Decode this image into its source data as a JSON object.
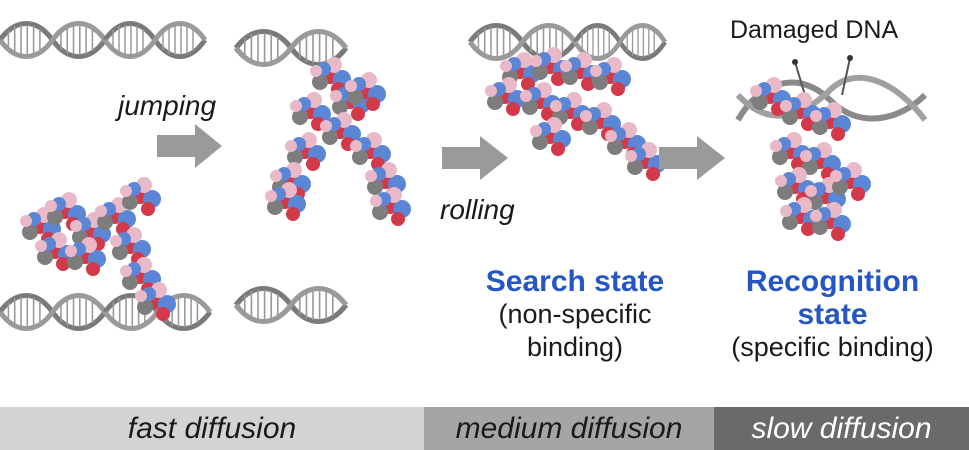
{
  "labels": {
    "jumping": "jumping",
    "rolling": "rolling",
    "damaged_dna": "Damaged DNA"
  },
  "search_state": {
    "title": "Search state",
    "line1": "(non-specific",
    "line2": "binding)"
  },
  "recognition_state": {
    "title_line1": "Recognition",
    "title_line2": "state",
    "sub": "(specific binding)"
  },
  "diffusion_bar": [
    {
      "label": "fast diffusion",
      "color": "#d3d3d3",
      "text_color": "#1a1a1a"
    },
    {
      "label": "medium diffusion",
      "color": "#a5a5a5",
      "text_color": "#1a1a1a"
    },
    {
      "label": "slow diffusion",
      "color": "#6a6a6a",
      "text_color": "#ffffff"
    }
  ],
  "colors": {
    "dna": "#8a8a8a",
    "arrow": "#9a9a9a",
    "protein_red": "#d23a4a",
    "protein_blue": "#5b86d6",
    "protein_pink": "#e9b9c8",
    "protein_gray": "#7d7d7d",
    "accent_blue": "#2456c4"
  }
}
